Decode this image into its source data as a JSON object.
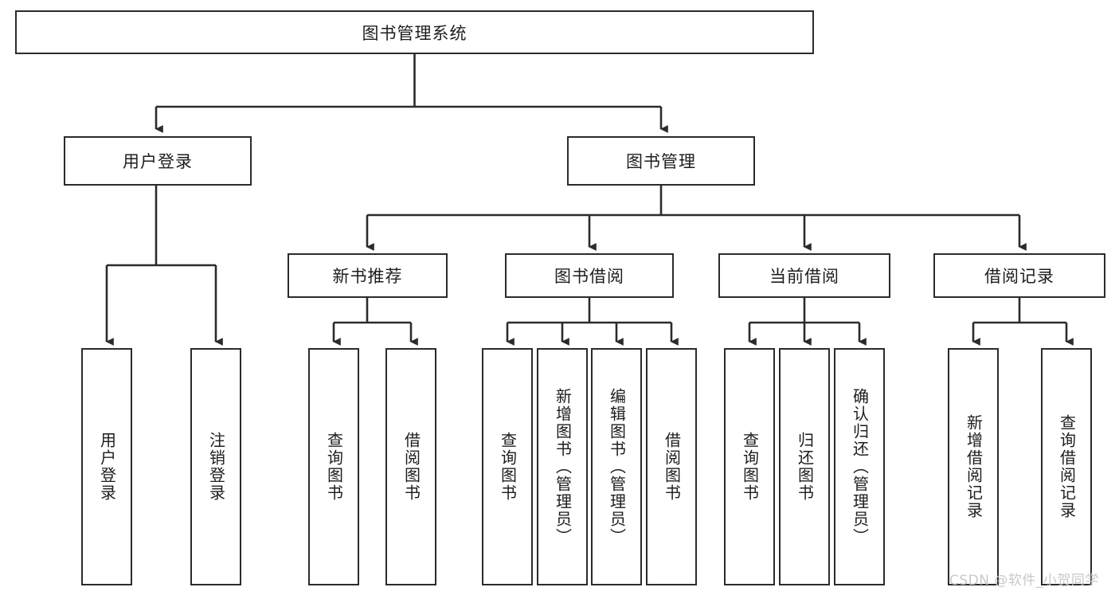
{
  "diagram": {
    "type": "tree-hierarchy",
    "title": "图书管理系统",
    "root": {
      "label": "图书管理系统"
    },
    "level1": [
      {
        "label": "用户登录"
      },
      {
        "label": "图书管理"
      }
    ],
    "level2": [
      {
        "label": "新书推荐"
      },
      {
        "label": "图书借阅"
      },
      {
        "label": "当前借阅"
      },
      {
        "label": "借阅记录"
      }
    ],
    "leaves": {
      "user_login": [
        {
          "label": "用户登录"
        },
        {
          "label": "注销登录"
        }
      ],
      "new_book_recommend": [
        {
          "label": "查询图书"
        },
        {
          "label": "借阅图书"
        }
      ],
      "book_borrow": [
        {
          "label": "查询图书"
        },
        {
          "label": "新增图书（管理员）"
        },
        {
          "label": "编辑图书（管理员）"
        },
        {
          "label": "借阅图书"
        }
      ],
      "current_borrow": [
        {
          "label": "查询图书"
        },
        {
          "label": "归还图书"
        },
        {
          "label": "确认归还（管理员）"
        }
      ],
      "borrow_records": [
        {
          "label": "新增借阅记录"
        },
        {
          "label": "查询借阅记录"
        }
      ]
    }
  },
  "watermark": {
    "text": "CSDN @软件_小贺同学"
  },
  "colors": {
    "box_border": "#2b2b2b",
    "box_fill": "#ffffff",
    "text": "#1d1d1d",
    "connector": "#2b2b2b",
    "watermark": "#c9c9c9",
    "background": "#ffffff"
  }
}
